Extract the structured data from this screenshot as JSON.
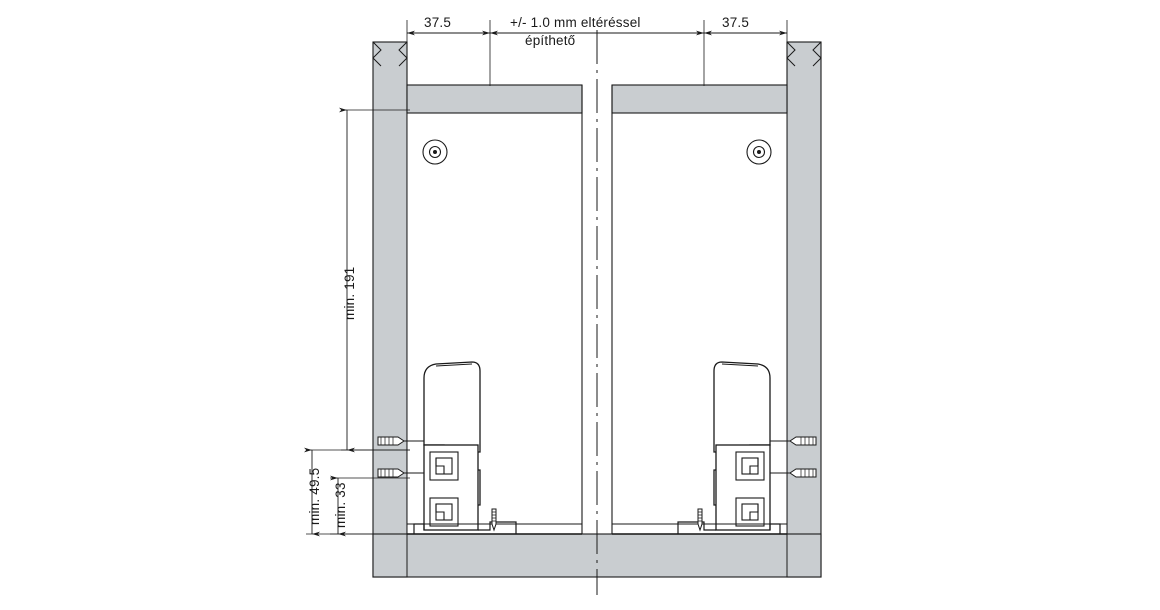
{
  "drawing": {
    "title": "Drawer runner installation cross-section",
    "dimensions": {
      "left_offset": "37.5",
      "right_offset": "37.5",
      "tolerance_note_line1": "+/- 1.0 mm eltéréssel",
      "tolerance_note_line2": "építhető",
      "height_min_191": "min. 191",
      "height_min_495": "min. 49.5",
      "height_min_33": "min. 33"
    },
    "colors": {
      "line": "#1a1a1a",
      "panel_fill": "#c9cdd0",
      "panel_fill_light": "#dfe2e4",
      "hatch": "#9aa0a4",
      "background": "#ffffff"
    }
  }
}
